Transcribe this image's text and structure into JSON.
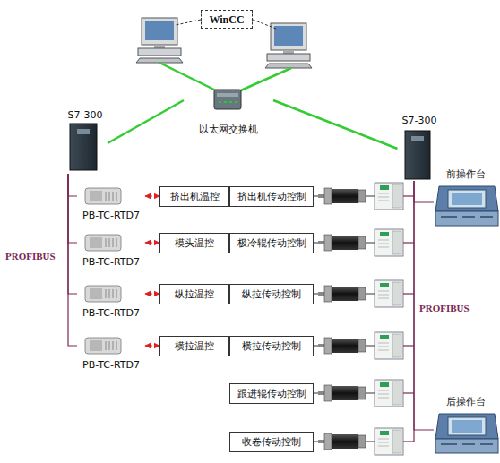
{
  "diagram": {
    "nodes": [
      {
        "text": [
          "WinCC"
        ]
      },
      {
        "text": [
          "以太网交换机"
        ]
      },
      {
        "text": [
          "S7-300"
        ]
      },
      {
        "text": [
          "S7-300"
        ]
      },
      {
        "text": [
          "PB-TC-RTD7"
        ]
      },
      {
        "text": [
          "挤出机温控"
        ]
      },
      {
        "text": [
          "挤出机传动控制"
        ]
      },
      {
        "text": [
          "PB-TC-RTD7"
        ]
      },
      {
        "text": [
          "模头温控"
        ]
      },
      {
        "text": [
          "极冷辊传动控制"
        ]
      },
      {
        "text": [
          "PB-TC-RTD7"
        ]
      },
      {
        "text": [
          "纵拉温控"
        ]
      },
      {
        "text": [
          "纵拉传动控制"
        ]
      },
      {
        "text": [
          "PB-TC-RTD7"
        ]
      },
      {
        "text": [
          "横拉温控"
        ]
      },
      {
        "text": [
          "横拉传动控制"
        ]
      },
      {
        "text": [
          "跟进辊传动控制"
        ]
      },
      {
        "text": [
          "收卷传动控制"
        ]
      },
      {
        "text": [
          "前操作台"
        ]
      },
      {
        "text": [
          "后操作台"
        ]
      }
    ],
    "edges": [
      {
        "from": 1,
        "to": 2,
        "arrow": "none"
      },
      {
        "from": 1,
        "to": 3,
        "arrow": "none"
      },
      {
        "from": 2,
        "to": 4,
        "arrow": "none"
      },
      {
        "from": 2,
        "to": 7,
        "arrow": "none"
      },
      {
        "from": 2,
        "to": 10,
        "arrow": "none"
      },
      {
        "from": 2,
        "to": 13,
        "arrow": "none"
      },
      {
        "from": 4,
        "to": 5,
        "arrow": "both"
      },
      {
        "from": 7,
        "to": 8,
        "arrow": "both"
      },
      {
        "from": 10,
        "to": 11,
        "arrow": "both"
      },
      {
        "from": 13,
        "to": 14,
        "arrow": "both"
      },
      {
        "from": 3,
        "to": 18,
        "arrow": "none"
      },
      {
        "from": 3,
        "to": 19,
        "arrow": "none"
      }
    ],
    "labels": [
      "PROFIBUS",
      "PROFIBUS"
    ]
  }
}
